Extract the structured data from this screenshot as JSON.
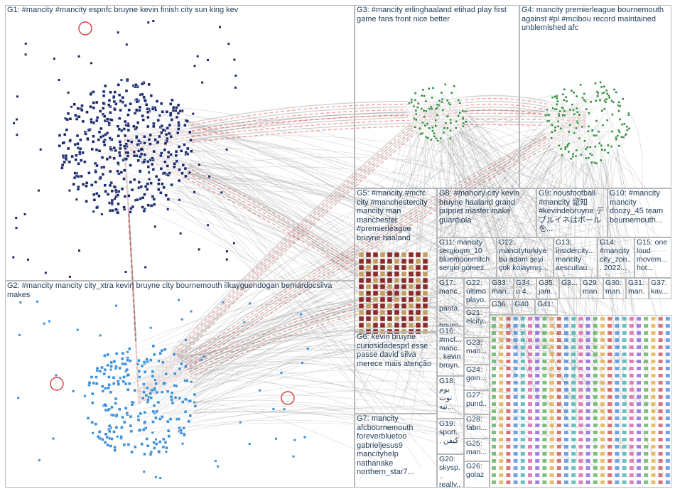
{
  "groups": {
    "g1": "G1: #mancity #mancity espnfc bruyne kevin finish city sun king kev",
    "g2": "G2: #mancity mancity city_xtra kevin bruyne city bournemouth ilkayguendogan bernardocsilva makes",
    "g3": "G3: #mancity erlinghaaland etihad play first game fans front nice better",
    "g4": "G4: mancity premierleague bournemouth against #pl #mcibou record maintained unblemished afc",
    "g5": "G5: #mancity #mcfc city #manchestercity mancity man manchester #premierleague bruyne haaland",
    "g6": "G6: kevin bruyne curiosidadesprl esse passe david silva merece mais atenção",
    "g7": "G7: mancity afcbournemouth foreverbluetoo gabrieljesus9 mancityhelp nathanake northern_star7...",
    "g8": "G8: #mancity city kevin bruyne haaland grand puppet master make guardiola",
    "g9": "G9: nousfootball #mancity 認知 #kevindebruyne デ ブルイネはボールを...",
    "g10": "G10: #mancity mancity doozy_45 team bournemouth...",
    "g11": "G11: mancity sergiogm_10 bluemoonmitch sergio gomez...",
    "g12": "G12: mancityturkiye bu adam şeyi çok kolaymış...",
    "g13": "G13: insidercity... mancity aescullau...",
    "g14": "G14: #mancity city_zon... 2022...",
    "g15": "G15: one loud movem... hot...",
    "g16": "G16: #mcf... manc... kevin bruyn...",
    "g17": "G17: manc... panta... bourn... cuplik...",
    "g18": "G18: بوم توت نيه...",
    "g19": "G19: sport... كيفن",
    "g20": "G20: skysp... really...",
    "g21": "G21: elcity...",
    "g22": "G22: último playo...",
    "g23": "G23: man...",
    "g24": "G24: goin...",
    "g25": "G25: man...",
    "g26": "G26: golaz",
    "g27": "G27: pund...",
    "g28": "G28: fabri...",
    "g33": "G33: man...",
    "g34": "G34: u 4...",
    "g35": "G35: jam...",
    "g36": "G36:",
    "g40": "G40",
    "g41": "G41:",
    "g3b": "G3...",
    "g29": "G29: man...",
    "g30": "G30: man...",
    "g31": "G31: man...",
    "g37": "G37: kav..."
  },
  "colors": {
    "edge": "#8c8c8c",
    "edge_red": "#d93a3a",
    "node_dark": "#1a2a6c",
    "node_green": "#2e8b3a",
    "node_blue": "#3a8fd8",
    "label": "#1f3b57",
    "border": "#b8b8b8"
  }
}
